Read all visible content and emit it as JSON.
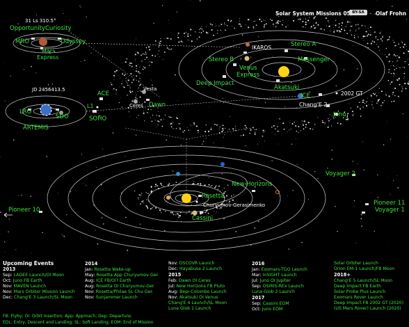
{
  "header": {
    "title": "Solar System Missions 05/2013",
    "license": "BY-SA",
    "author": "Olaf Frohn"
  },
  "mars_panel": {
    "coords": "31 Ls 310.5°",
    "labels": [
      "Opportunity",
      "Curiosity",
      "MRO",
      "Odyssey",
      "Mars",
      "Express"
    ]
  },
  "earth_panel": {
    "coords": "JD 2456413.5",
    "labels": [
      "ACE",
      "L1",
      "LRO",
      "SDO",
      "SOHO",
      "ARTEMIS"
    ]
  },
  "inner_panel": {
    "labels": [
      "IKAROS",
      "Stereo A",
      "Stereo B",
      "Messenger",
      "Venus",
      "Express",
      "Deep Impact",
      "Akatsuki",
      "ICE",
      "2002 GT",
      "Chang'E 2",
      "Juno"
    ]
  },
  "asteroid_panel": {
    "labels": [
      "Vesta",
      "Ceres",
      "Dawn"
    ]
  },
  "outer_panel": {
    "labels": [
      "Rosetta",
      "Churyumov-Gerasimenko",
      "Cassini",
      "New Horizons",
      "Voyager 2",
      "Pioneer 10",
      "Pioneer 11",
      "Voyager 1"
    ]
  },
  "events": {
    "title": "Upcoming Events",
    "columns": [
      [
        {
          "type": "year",
          "text": "2013"
        },
        {
          "m": "Sep:",
          "e": "LADEE Launch/OI Moon"
        },
        {
          "m": "Oct:",
          "e": "Juno FB Earth"
        },
        {
          "m": "Nov:",
          "e": "MAVEN Launch"
        },
        {
          "m": "Nov:",
          "e": "Mars Orbiter Mission Launch"
        },
        {
          "m": "Dec:",
          "e": "Chang'E 3 Launch/SL Moon"
        }
      ],
      [
        {
          "type": "year",
          "text": "2014"
        },
        {
          "m": "Jan:",
          "e": "Rosetta Wake-up"
        },
        {
          "m": "May:",
          "e": "Rosetta App Churyumov-Ger."
        },
        {
          "m": "Aug:",
          "e": "ICE FB/OI? Earth"
        },
        {
          "m": "Aug:",
          "e": "Rosetta OI Churyumov-Ger."
        },
        {
          "m": "Nov:",
          "e": "Rosetta/Philae SL Chu-Ger."
        },
        {
          "m": "Nov:",
          "e": "Sunjammer Launch"
        }
      ],
      [
        {
          "m": "Nov:",
          "e": "DSCOVR Launch"
        },
        {
          "m": "Dec:",
          "e": "Hayabusa 2 Launch"
        },
        {
          "type": "year",
          "text": "2015"
        },
        {
          "m": "Feb:",
          "e": "Dawn OI Ceres"
        },
        {
          "m": "Jul:",
          "e": "New Horizons FB Pluto"
        },
        {
          "m": "Aug:",
          "e": "Bepi-Colombo Launch"
        },
        {
          "m": "Nov:",
          "e": "Akatsuki OI Venus"
        },
        {
          "m": "",
          "e": "Chang'E 4 Launch/SL Moon"
        },
        {
          "m": "",
          "e": "Luna Glob 1 Launch"
        }
      ],
      [
        {
          "type": "year",
          "text": "2016"
        },
        {
          "m": "Jan:",
          "e": "Exomars-TGO Launch"
        },
        {
          "m": "Mar:",
          "e": "InSIGHT Launch"
        },
        {
          "m": "Jul:",
          "e": "Juno OI Jupiter"
        },
        {
          "m": "Sep:",
          "e": "OSIRIS-REx Launch"
        },
        {
          "m": "",
          "e": "Luna-Glob 2 Launch"
        },
        {
          "type": "year",
          "text": "2017"
        },
        {
          "m": "Sep:",
          "e": "Cassini EOM"
        },
        {
          "m": "Oct:",
          "e": "Juno EOM"
        }
      ],
      [
        {
          "m": "",
          "e": "Solar Orbiter Launch"
        },
        {
          "m": "",
          "e": "Orion EM-1 Launch/FB Moon"
        },
        {
          "type": "year",
          "text": "2018+"
        },
        {
          "m": "",
          "e": "Chang'E 5 Launch/SL Moon"
        },
        {
          "m": "",
          "e": "Deep Impact FB Earth"
        },
        {
          "m": "",
          "e": "Solar Probe Plus Launch"
        },
        {
          "m": "",
          "e": "Exomars Rover Launch"
        },
        {
          "m": "",
          "e": "Deep Impact FB 2002 GT (2020)"
        },
        {
          "m": "",
          "e": "(US Mars Rover) Launch (2020)"
        }
      ]
    ],
    "legend_1": "FB: Flyby; OI: Orbit Insertion; App: Approach; Dep: Departure;",
    "legend_2": "EDL: Entry, Descent and Landing; SL: Soft Landing; EOM: End of Mission"
  },
  "colors": {
    "label": "#3de23d",
    "orbit": "#cfcfcf",
    "background": "#000000",
    "sun": "#ffd21a"
  }
}
